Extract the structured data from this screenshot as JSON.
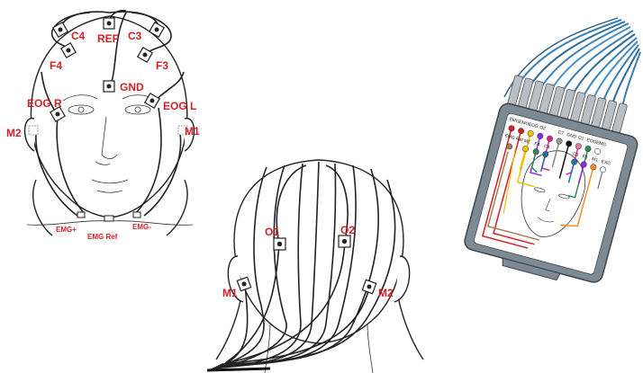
{
  "front_head": {
    "labels": {
      "c4": "C4",
      "ref": "REF",
      "c3": "C3",
      "f4": "F4",
      "f3": "F3",
      "gnd": "GND",
      "eog_r": "EOG R",
      "eog_l": "EOG L",
      "m2": "M2",
      "m1": "M1",
      "emg_plus": "EMG+",
      "emg_ref": "EMG Ref",
      "emg_minus": "EMG-"
    }
  },
  "back_head": {
    "labels": {
      "o1": "O1",
      "o2": "O2",
      "m1": "M1",
      "m2": "M2"
    }
  },
  "connector_box": {
    "labels": {
      "emg": "EMG",
      "emg2": "EMG",
      "eog": "EOG",
      "o2": "O2",
      "c7": "C7",
      "gnd": "GND",
      "o1": "O1",
      "eog2": "EOG",
      "emg3": "EMG",
      "emg_ref": "EMG Ref",
      "m2": "M2",
      "f4": "F4",
      "c4": "C4",
      "c3": "C3",
      "f3": "F3",
      "m1": "M1",
      "exg": "EXG"
    }
  },
  "colors": {
    "label_red": "#d41f26",
    "cable_blue": "#3a7fb5",
    "box_gray": "#7d8a94"
  }
}
